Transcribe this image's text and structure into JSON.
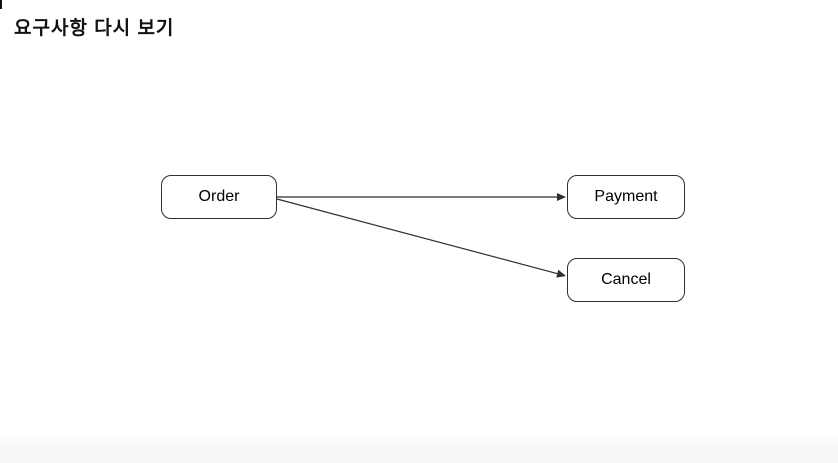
{
  "slide": {
    "title": "요구사항 다시 보기"
  },
  "diagram": {
    "nodes": [
      {
        "id": "order",
        "label": "Order"
      },
      {
        "id": "payment",
        "label": "Payment"
      },
      {
        "id": "cancel",
        "label": "Cancel"
      }
    ],
    "edges": [
      {
        "from": "order",
        "to": "payment",
        "arrow": true
      },
      {
        "from": "order",
        "to": "cancel",
        "arrow": true
      }
    ]
  },
  "colors": {
    "background": "#ffffff",
    "node_fill": "#ffffff",
    "node_border": "#2f2f2f",
    "edge": "#2f2f2f",
    "title_text": "#111111",
    "node_text": "#000000"
  }
}
